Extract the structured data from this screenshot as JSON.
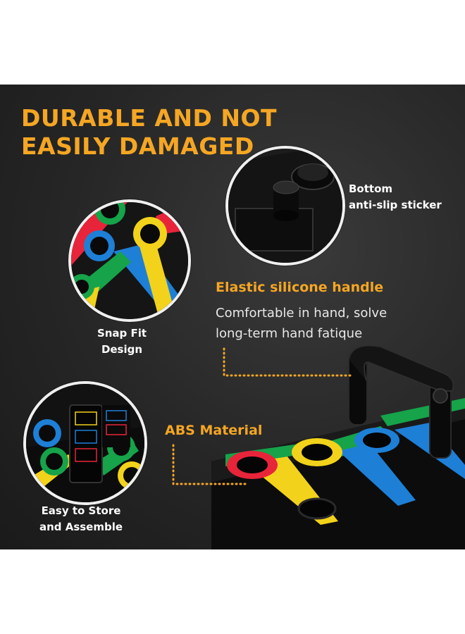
{
  "headline": "DURABLE AND NOT\nEASILY DAMAGED",
  "callouts": {
    "bottom_sticker": "Bottom\nanti-slip sticker",
    "snap_fit": "Snap Fit\nDesign",
    "easy_store": "Easy to Store\nand Assemble"
  },
  "features": {
    "handle_title": "Elastic silicone handle",
    "handle_desc": "Comfortable in hand, solve\nlong-term hand fatique",
    "abs_title": "ABS Material"
  },
  "colors": {
    "accent": "#f5a623",
    "background": "#262626",
    "red": "#e8243a",
    "green": "#16a34a",
    "blue": "#1e7fd6",
    "yellow": "#f2d21b"
  },
  "icons": [
    "dotted-leader-line"
  ]
}
